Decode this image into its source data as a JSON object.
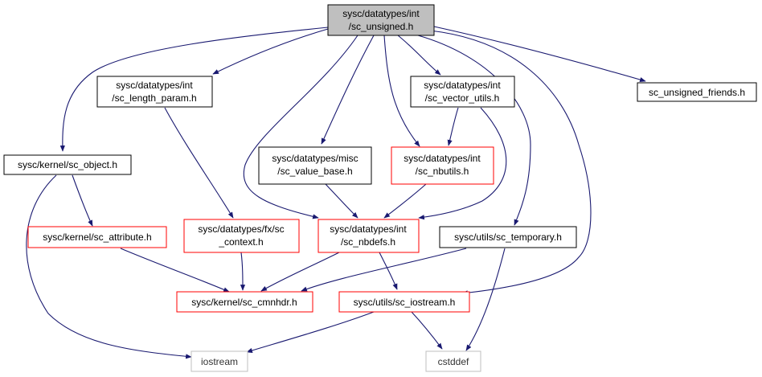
{
  "diagram": {
    "colors": {
      "edge": "#191970",
      "root_fill": "#bfbfbf",
      "normal_border": "#000000",
      "truncated_border": "#ff0000",
      "external_border": "#bfbfbf",
      "external_text": "#333333"
    },
    "nodes": {
      "root": {
        "line1": "sysc/datatypes/int",
        "line2": "/sc_unsigned.h"
      },
      "length_param": {
        "line1": "sysc/datatypes/int",
        "line2": "/sc_length_param.h"
      },
      "vector_utils": {
        "line1": "sysc/datatypes/int",
        "line2": "/sc_vector_utils.h"
      },
      "unsigned_friends": {
        "line1": "sc_unsigned_friends.h"
      },
      "sc_object": {
        "line1": "sysc/kernel/sc_object.h"
      },
      "value_base": {
        "line1": "sysc/datatypes/misc",
        "line2": "/sc_value_base.h"
      },
      "nbutils": {
        "line1": "sysc/datatypes/int",
        "line2": "/sc_nbutils.h"
      },
      "sc_attribute": {
        "line1": "sysc/kernel/sc_attribute.h"
      },
      "fx_context": {
        "line1": "sysc/datatypes/fx/sc",
        "line2": "_context.h"
      },
      "nbdefs": {
        "line1": "sysc/datatypes/int",
        "line2": "/sc_nbdefs.h"
      },
      "temporary": {
        "line1": "sysc/utils/sc_temporary.h"
      },
      "cmnhdr": {
        "line1": "sysc/kernel/sc_cmnhdr.h"
      },
      "iostream_h": {
        "line1": "sysc/utils/sc_iostream.h"
      },
      "iostream": {
        "line1": "iostream"
      },
      "cstddef": {
        "line1": "cstddef"
      }
    }
  }
}
